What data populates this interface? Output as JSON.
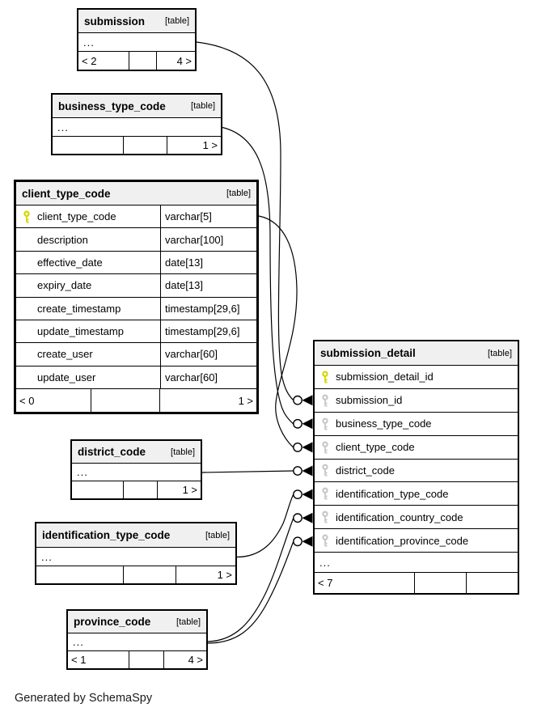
{
  "diagram": {
    "generator_note": "Generated by SchemaSpy"
  },
  "colors": {
    "primary_key": "#d6d600",
    "foreign_key": "#c8c8c8",
    "header_bg": "#f0f0f0",
    "border": "#000000",
    "background": "#ffffff"
  },
  "tables": {
    "submission": {
      "title": "submission",
      "tag": "[table]",
      "ellipsis": "...",
      "footer": {
        "left": "< 2",
        "middle": "",
        "right": "4 >"
      }
    },
    "business_type_code": {
      "title": "business_type_code",
      "tag": "[table]",
      "ellipsis": "...",
      "footer": {
        "left": "",
        "middle": "",
        "right": "1 >"
      }
    },
    "client_type_code": {
      "title": "client_type_code",
      "tag": "[table]",
      "columns": [
        {
          "name": "client_type_code",
          "type": "varchar[5]",
          "key": "primary"
        },
        {
          "name": "description",
          "type": "varchar[100]",
          "key": ""
        },
        {
          "name": "effective_date",
          "type": "date[13]",
          "key": ""
        },
        {
          "name": "expiry_date",
          "type": "date[13]",
          "key": ""
        },
        {
          "name": "create_timestamp",
          "type": "timestamp[29,6]",
          "key": ""
        },
        {
          "name": "update_timestamp",
          "type": "timestamp[29,6]",
          "key": ""
        },
        {
          "name": "create_user",
          "type": "varchar[60]",
          "key": ""
        },
        {
          "name": "update_user",
          "type": "varchar[60]",
          "key": ""
        }
      ],
      "footer": {
        "left": "< 0",
        "middle": "",
        "right": "1 >"
      }
    },
    "submission_detail": {
      "title": "submission_detail",
      "tag": "[table]",
      "columns": [
        {
          "name": "submission_detail_id",
          "key": "primary"
        },
        {
          "name": "submission_id",
          "key": "foreign"
        },
        {
          "name": "business_type_code",
          "key": "foreign"
        },
        {
          "name": "client_type_code",
          "key": "foreign"
        },
        {
          "name": "district_code",
          "key": "foreign"
        },
        {
          "name": "identification_type_code",
          "key": "foreign"
        },
        {
          "name": "identification_country_code",
          "key": "foreign"
        },
        {
          "name": "identification_province_code",
          "key": "foreign"
        }
      ],
      "ellipsis": "...",
      "footer": {
        "left": "< 7",
        "middle": "",
        "right": ""
      }
    },
    "district_code": {
      "title": "district_code",
      "tag": "[table]",
      "ellipsis": "...",
      "footer": {
        "left": "",
        "middle": "",
        "right": "1 >"
      }
    },
    "identification_type_code": {
      "title": "identification_type_code",
      "tag": "[table]",
      "ellipsis": "...",
      "footer": {
        "left": "",
        "middle": "",
        "right": "1 >"
      }
    },
    "province_code": {
      "title": "province_code",
      "tag": "[table]",
      "ellipsis": "...",
      "footer": {
        "left": "< 1",
        "middle": "",
        "right": "4 >"
      }
    }
  }
}
